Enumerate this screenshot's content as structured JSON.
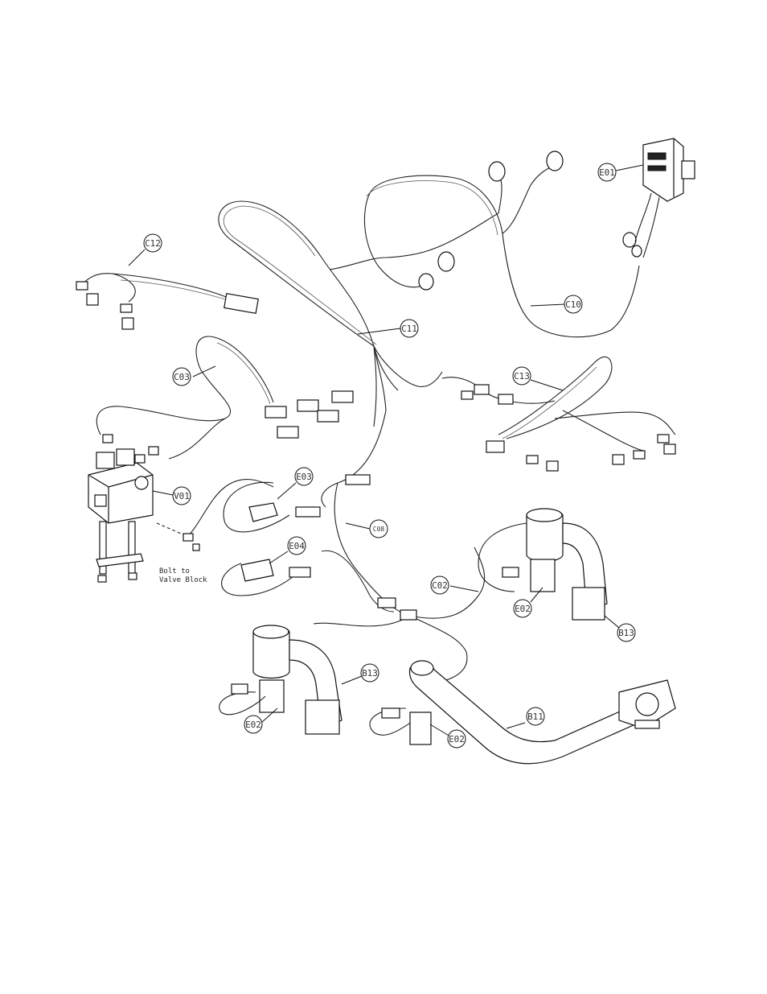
{
  "callouts": {
    "e01": "E01",
    "c10": "C10",
    "c11": "C11",
    "c12": "C12",
    "c03": "C03",
    "c13": "C13",
    "v01": "V01",
    "e03": "E03",
    "e04": "E04",
    "c08": "C08",
    "c02": "C02",
    "e02_right": "E02",
    "b13_right": "B13",
    "b13_left": "B13",
    "e02_left": "E02",
    "b11": "B11",
    "e02_bottom": "E02"
  },
  "note": {
    "line1": "Bolt to",
    "line2": "Valve Block"
  }
}
